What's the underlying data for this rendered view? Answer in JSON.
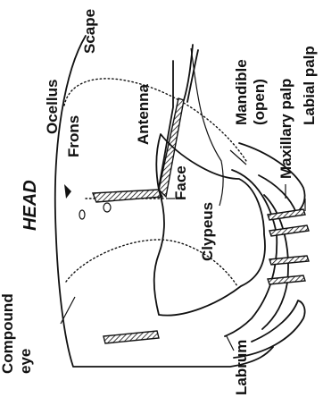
{
  "diagram": {
    "title": "HEAD",
    "labels": {
      "scape": "Scape",
      "ocellus": "Ocellus",
      "frons": "Frons",
      "antenna": "Antenna",
      "face": "Face",
      "clypeus": "Clypeus",
      "compound_eye": "Compound\neye",
      "labrum": "Labrum",
      "mandible": "Mandible\n(open)",
      "maxillary_palp": "Maxillary palp",
      "labial_palp": "Labial palp"
    }
  }
}
